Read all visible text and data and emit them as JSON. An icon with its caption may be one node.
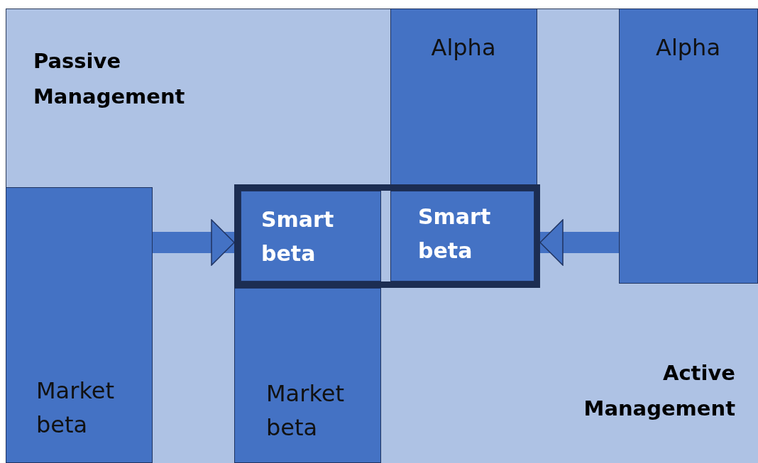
{
  "diagram": {
    "nodes": [
      {
        "text": [
          "Alpha"
        ]
      },
      {
        "text": [
          "Alpha"
        ]
      },
      {
        "text": [
          "Market beta"
        ]
      },
      {
        "text": [],
        "shape": "box"
      },
      {
        "text": [
          "Smart beta"
        ],
        "in": 3
      },
      {
        "text": [
          "Smart beta"
        ],
        "in": 3
      },
      {
        "text": [
          "Market beta"
        ]
      }
    ],
    "edges": [
      {
        "from": 2,
        "to": 3,
        "arrow": "to"
      },
      {
        "from": 1,
        "to": 3,
        "arrow": "to"
      }
    ],
    "labels": [
      "Passive Management",
      "Active Management"
    ]
  }
}
